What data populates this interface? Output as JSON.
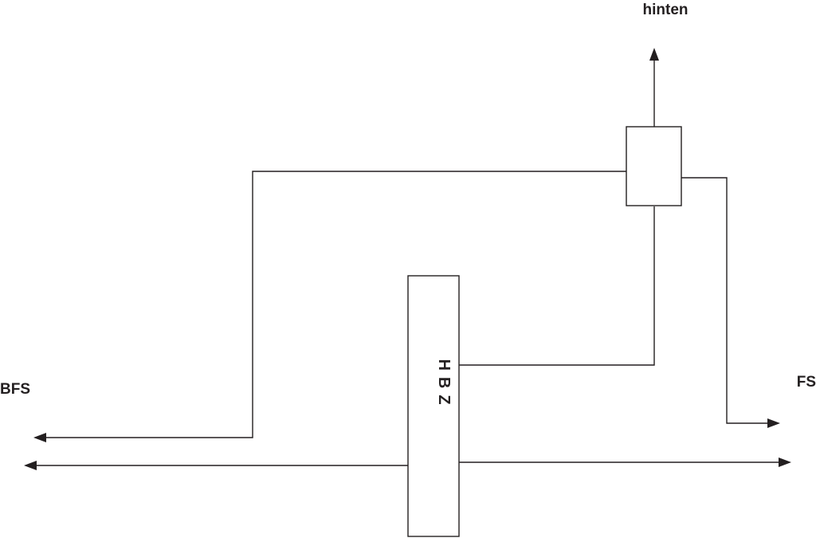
{
  "labels": {
    "top": "hinten",
    "left": "BFS",
    "right": "FS",
    "main_unit": "HBZ"
  },
  "colors": {
    "stroke": "#231f20",
    "background": "#ffffff"
  }
}
